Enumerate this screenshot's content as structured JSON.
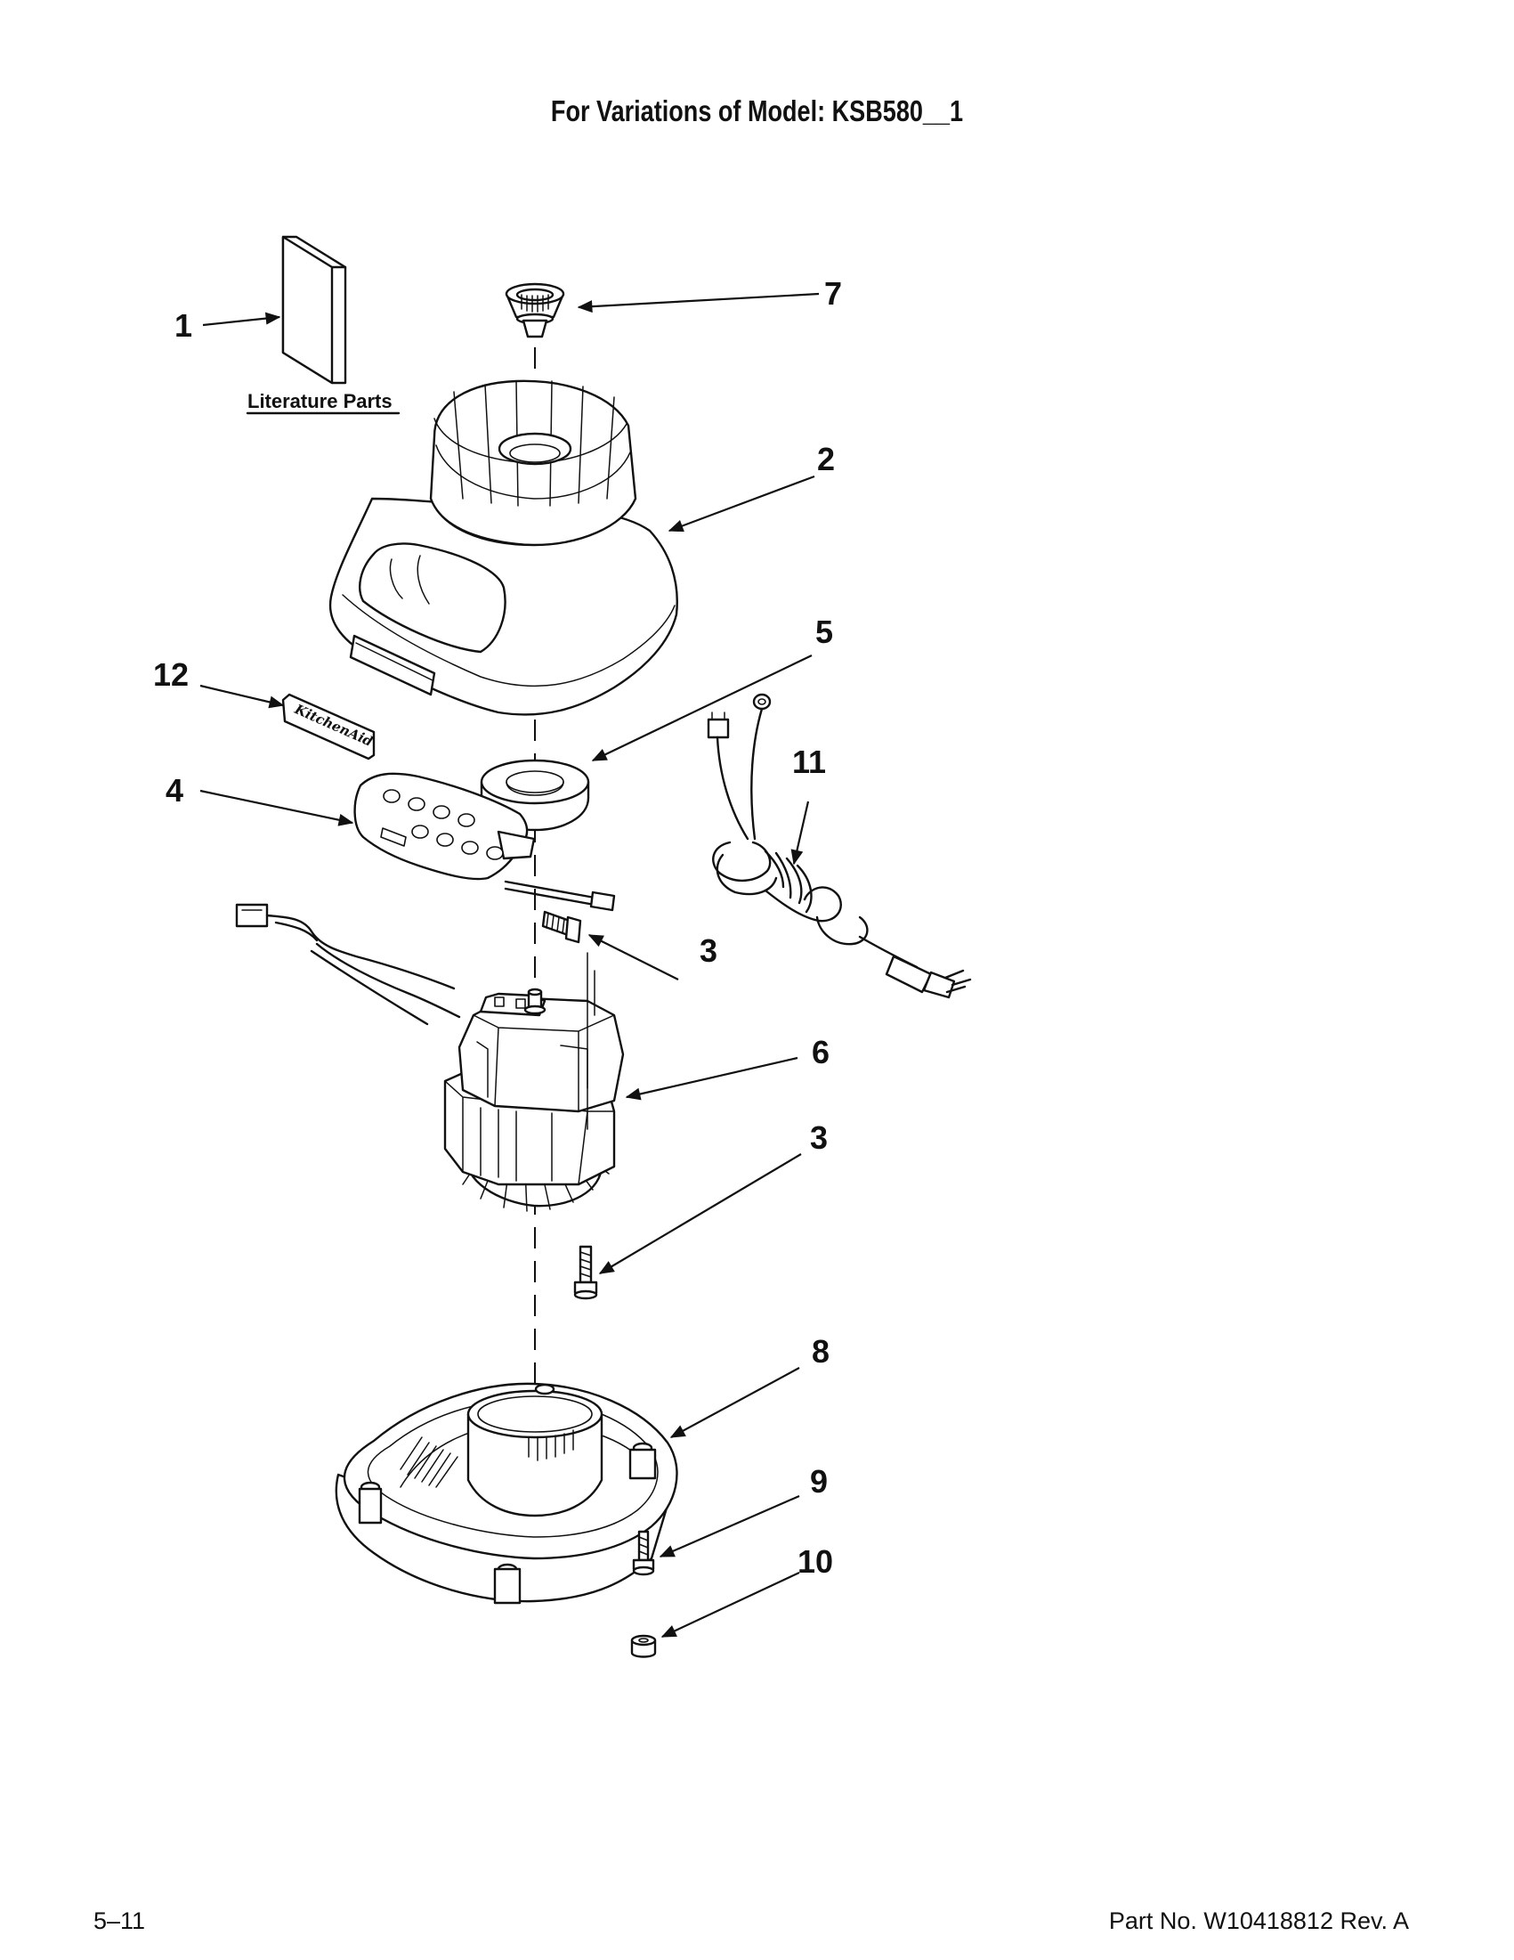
{
  "header": {
    "title": "For Variations of Model: KSB580__1"
  },
  "literature": {
    "label": "Literature Parts"
  },
  "nameplate": {
    "logo_text": "KitchenAid"
  },
  "callouts": {
    "c1": "1",
    "c2": "2",
    "c3a": "3",
    "c3b": "3",
    "c4": "4",
    "c5": "5",
    "c6": "6",
    "c7": "7",
    "c8": "8",
    "c9": "9",
    "c10": "10",
    "c11": "11",
    "c12": "12"
  },
  "footer": {
    "page": "5–11",
    "part_no": "Part No. W10418812 Rev. A"
  }
}
